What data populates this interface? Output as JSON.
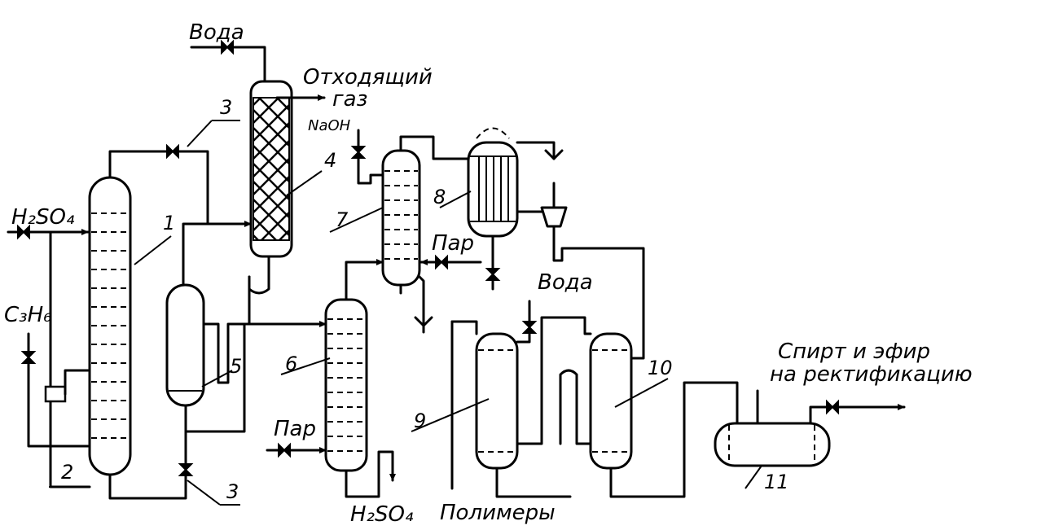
{
  "labels": {
    "water_top": "Вода",
    "offgas_1": "Отходящий",
    "offgas_2": "газ",
    "naoh": "NaOH",
    "h2so4_in": "H₂SO₄",
    "c3h6": "C₃H₆",
    "steam_1": "Пар",
    "steam_2": "Пар",
    "water_mid": "Вода",
    "h2so4_out": "H₂SO₄",
    "polymers": "Полимеры",
    "product_1": "Спирт и эфир",
    "product_2": "на ректификацию"
  },
  "numbers": {
    "n1": "1",
    "n2": "2",
    "n3a": "3",
    "n3b": "3",
    "n4": "4",
    "n5": "5",
    "n6": "6",
    "n7": "7",
    "n8": "8",
    "n9": "9",
    "n10": "10",
    "n11": "11"
  }
}
